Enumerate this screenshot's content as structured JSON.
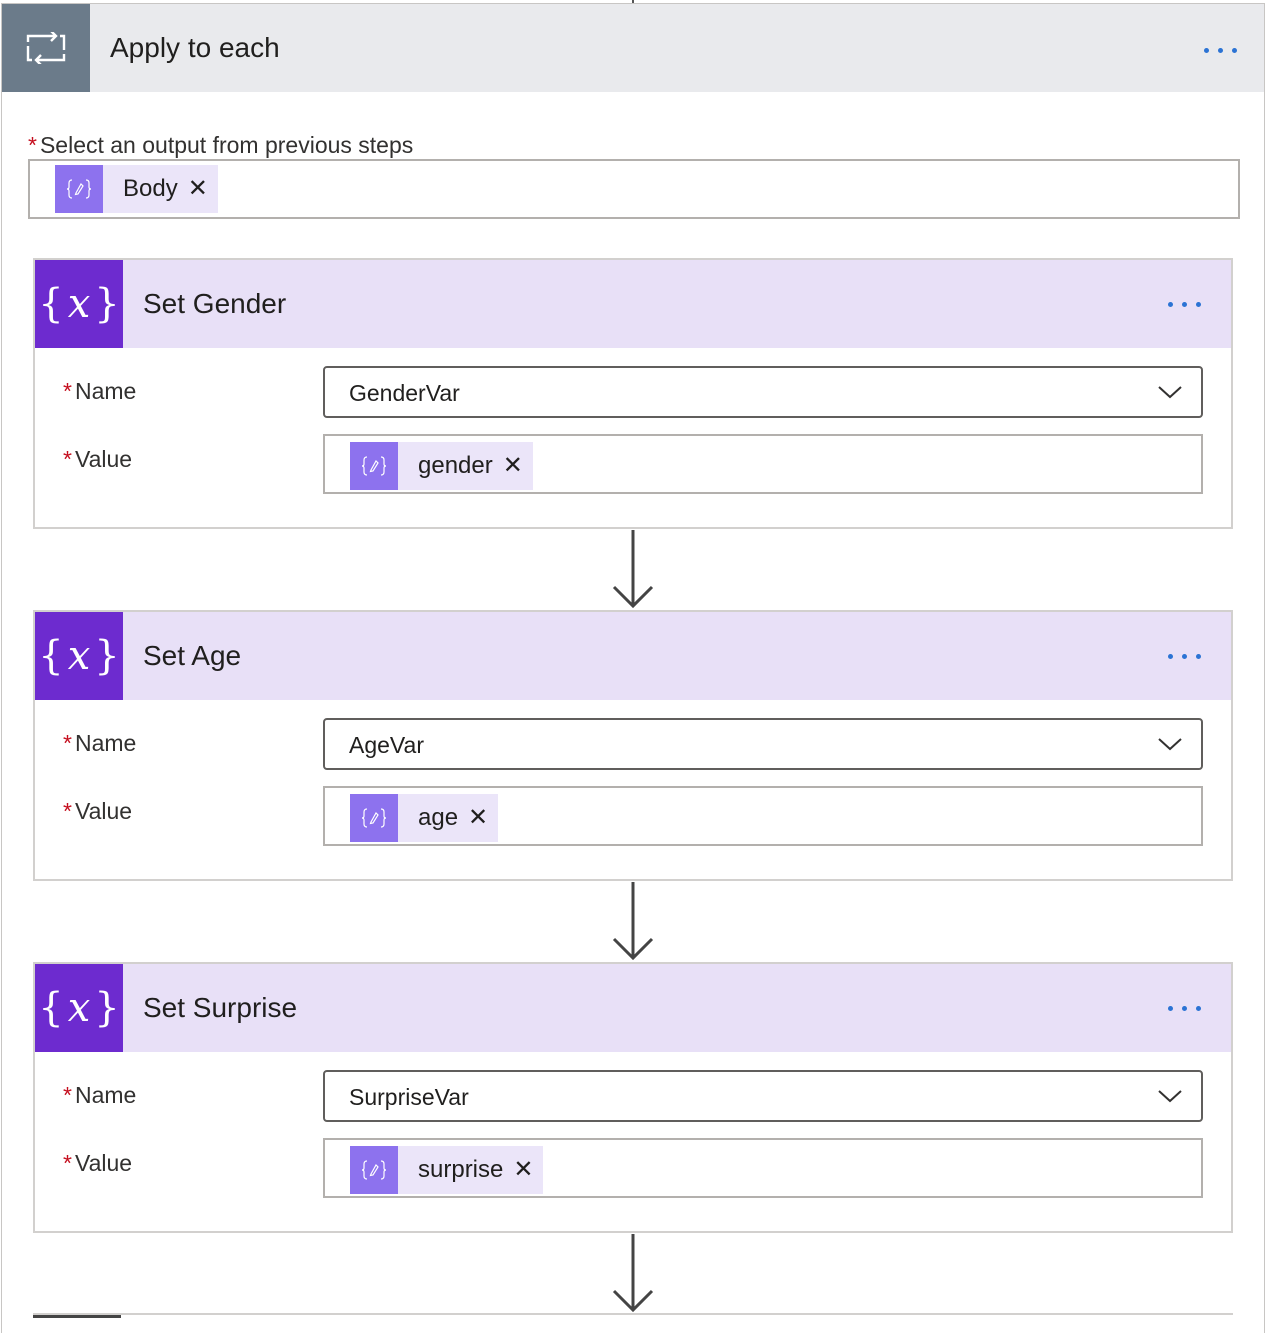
{
  "loop": {
    "icon": "loop-icon",
    "title": "Apply to each",
    "more_icon": "more-options-icon",
    "select_label": "Select an output from previous steps",
    "required_mark": "*",
    "token": {
      "icon": "dynamic-content-icon",
      "label": "Body",
      "remove_icon": "close-icon",
      "remove": "✕"
    }
  },
  "actions": [
    {
      "title": "Set Gender",
      "icon": "variable-icon",
      "name_label": "Name",
      "name_value": "GenderVar",
      "value_label": "Value",
      "value_token": "gender"
    },
    {
      "title": "Set Age",
      "icon": "variable-icon",
      "name_label": "Name",
      "name_value": "AgeVar",
      "value_label": "Value",
      "value_token": "age"
    },
    {
      "title": "Set Surprise",
      "icon": "variable-icon",
      "name_label": "Name",
      "name_value": "SurpriseVar",
      "value_label": "Value",
      "value_token": "surprise"
    }
  ],
  "colors": {
    "loop_header": "#e9eaed",
    "loop_icon_bg": "#6b7b8a",
    "action_header": "#e8e0f7",
    "action_icon_bg": "#6d2bcf",
    "token_bg": "#ebe5f9",
    "token_icon_bg": "#8d72ee",
    "required": "#c50f1f",
    "more_dots": "#2b73d4"
  }
}
